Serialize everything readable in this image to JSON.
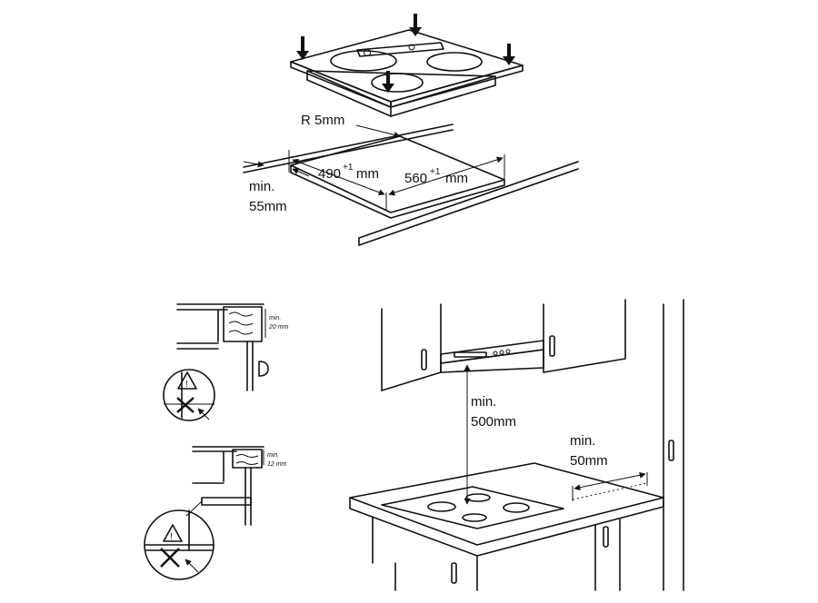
{
  "cutout": {
    "radius_label": "R 5mm",
    "width_value": "490",
    "width_tolerance": "+1",
    "width_unit": "mm",
    "depth_value": "560",
    "depth_tolerance": "+1",
    "depth_unit": "mm",
    "wall_clearance_line1": "min.",
    "wall_clearance_line2": "55mm"
  },
  "worktop_detail": {
    "top_thickness_line1": "min.",
    "top_thickness_line2": "20 mm",
    "bottom_thickness_line1": "min.",
    "bottom_thickness_line2": "12 mm",
    "warning_glyph": "!"
  },
  "kitchen": {
    "hood_clearance_line1": "min.",
    "hood_clearance_line2": "500mm",
    "side_clearance_line1": "min.",
    "side_clearance_line2": "50mm"
  },
  "icons": [
    "warning-triangle-icon",
    "prohibited-cross-icon",
    "down-arrow-icon"
  ]
}
